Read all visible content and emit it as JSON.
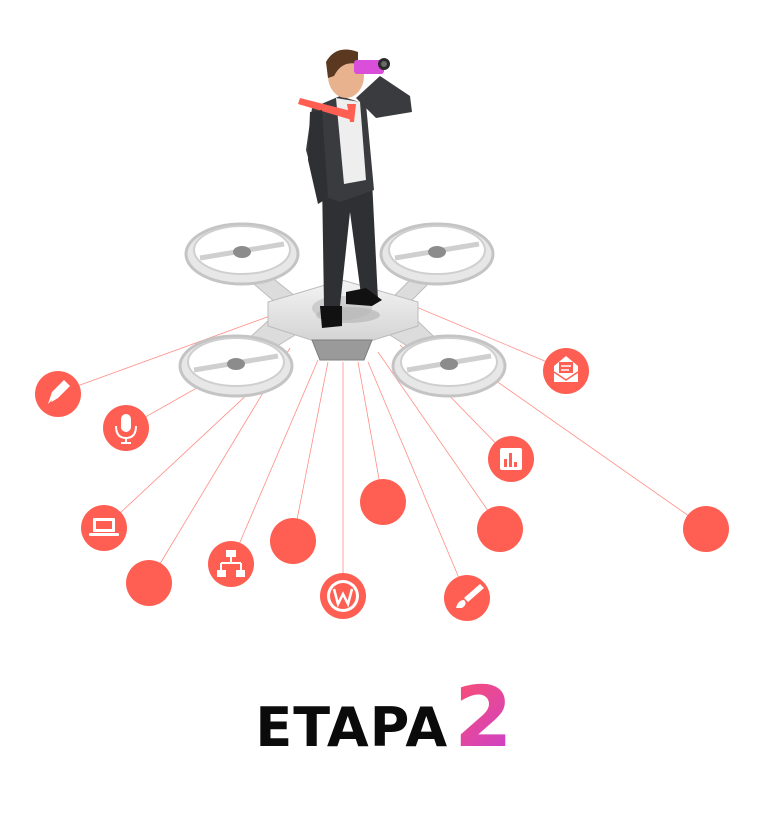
{
  "title": {
    "word": "ETAPA",
    "number": "2"
  },
  "colors": {
    "accent": "#ff5f52",
    "binoculars": "#d94fd9",
    "tie": "#ff5f52",
    "line": "#ff8e87"
  },
  "nodes": [
    {
      "name": "pencil-icon-node",
      "icon": "pencil"
    },
    {
      "name": "microphone-icon-node",
      "icon": "microphone"
    },
    {
      "name": "laptop-icon-node",
      "icon": "laptop"
    },
    {
      "name": "empty-node",
      "icon": ""
    },
    {
      "name": "sitemap-icon-node",
      "icon": "sitemap"
    },
    {
      "name": "empty-node",
      "icon": ""
    },
    {
      "name": "wordpress-icon-node",
      "icon": "wordpress"
    },
    {
      "name": "empty-node",
      "icon": ""
    },
    {
      "name": "empty-node",
      "icon": ""
    },
    {
      "name": "brush-icon-node",
      "icon": "brush"
    },
    {
      "name": "chart-icon-node",
      "icon": "bar-chart"
    },
    {
      "name": "empty-node",
      "icon": ""
    },
    {
      "name": "email-icon-node",
      "icon": "envelope"
    }
  ]
}
